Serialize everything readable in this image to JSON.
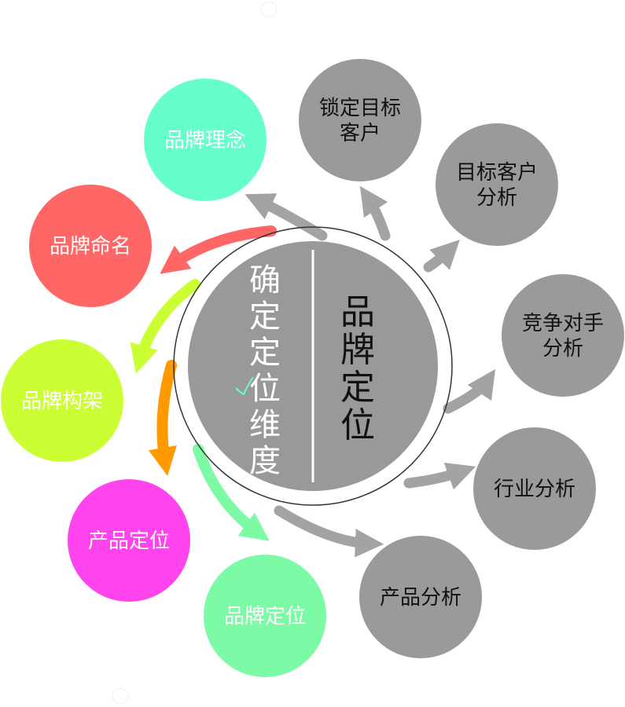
{
  "center": {
    "left_title": "确定定位维度",
    "right_title": "品牌定位",
    "circle_fill": "#999999"
  },
  "left_nodes": [
    {
      "label": "品牌理念",
      "color": "#66ffcc"
    },
    {
      "label": "品牌命名",
      "color": "#ff6666"
    },
    {
      "label": "品牌构架",
      "color": "#ccff33"
    },
    {
      "label": "产品定位",
      "color": "#ff44ee"
    },
    {
      "label": "品牌定位",
      "color": "#7dfaa6"
    }
  ],
  "right_nodes": [
    {
      "label_lines": [
        "锁定目标",
        "客户"
      ]
    },
    {
      "label_lines": [
        "目标客户",
        "分析"
      ]
    },
    {
      "label_lines": [
        "竞争对手",
        "分析"
      ]
    },
    {
      "label_lines": [
        "行业分析"
      ]
    },
    {
      "label_lines": [
        "产品分析"
      ]
    }
  ],
  "colors": {
    "right_node": "#9a9a9a",
    "arrow_gray": "#a3a3a3",
    "arrow_red": "#ff6666",
    "arrow_lime": "#ccff33",
    "arrow_orange": "#ff9900",
    "arrow_mint": "#7dfaa6"
  }
}
